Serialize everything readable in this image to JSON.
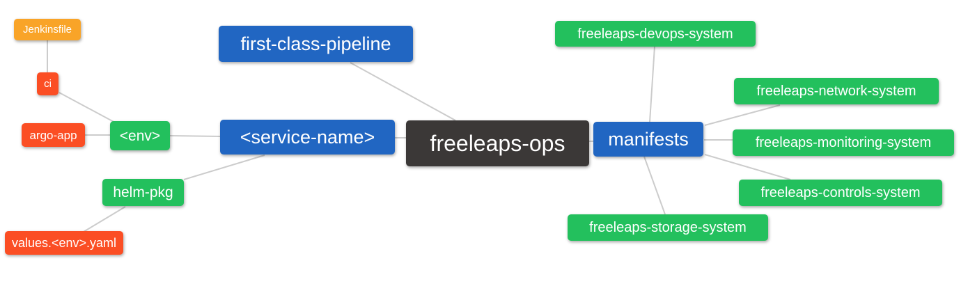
{
  "colors": {
    "blue": "#2166c2",
    "green": "#23c05d",
    "red": "#fb4e24",
    "amber": "#f9a428",
    "dark": "#3b3837",
    "link": "#cccccc",
    "background": "#ffffff",
    "text": "#ffffff"
  },
  "nodes": [
    {
      "id": "jenkinsfile",
      "label": "Jenkinsfile",
      "color": "amber"
    },
    {
      "id": "ci",
      "label": "ci",
      "color": "red"
    },
    {
      "id": "argo-app",
      "label": "argo-app",
      "color": "red"
    },
    {
      "id": "env",
      "label": "<env>",
      "color": "green"
    },
    {
      "id": "helm-pkg",
      "label": "helm-pkg",
      "color": "green"
    },
    {
      "id": "values-env-yaml",
      "label": "values.<env>.yaml",
      "color": "red"
    },
    {
      "id": "first-class-pipeline",
      "label": "first-class-pipeline",
      "color": "blue"
    },
    {
      "id": "service-name",
      "label": "<service-name>",
      "color": "blue"
    },
    {
      "id": "freeleaps-ops",
      "label": "freeleaps-ops",
      "color": "dark"
    },
    {
      "id": "manifests",
      "label": "manifests",
      "color": "blue"
    },
    {
      "id": "freeleaps-devops-system",
      "label": "freeleaps-devops-system",
      "color": "green"
    },
    {
      "id": "freeleaps-network-system",
      "label": "freeleaps-network-system",
      "color": "green"
    },
    {
      "id": "freeleaps-monitoring-system",
      "label": "freeleaps-monitoring-system",
      "color": "green"
    },
    {
      "id": "freeleaps-controls-system",
      "label": "freeleaps-controls-system",
      "color": "green"
    },
    {
      "id": "freeleaps-storage-system",
      "label": "freeleaps-storage-system",
      "color": "green"
    }
  ],
  "links": [
    {
      "from": "jenkinsfile",
      "to": "ci"
    },
    {
      "from": "ci",
      "to": "env"
    },
    {
      "from": "argo-app",
      "to": "env"
    },
    {
      "from": "env",
      "to": "service-name"
    },
    {
      "from": "helm-pkg",
      "to": "service-name"
    },
    {
      "from": "values-env-yaml",
      "to": "helm-pkg"
    },
    {
      "from": "first-class-pipeline",
      "to": "freeleaps-ops"
    },
    {
      "from": "service-name",
      "to": "freeleaps-ops"
    },
    {
      "from": "freeleaps-ops",
      "to": "manifests"
    },
    {
      "from": "manifests",
      "to": "freeleaps-devops-system"
    },
    {
      "from": "manifests",
      "to": "freeleaps-network-system"
    },
    {
      "from": "manifests",
      "to": "freeleaps-monitoring-system"
    },
    {
      "from": "manifests",
      "to": "freeleaps-controls-system"
    },
    {
      "from": "manifests",
      "to": "freeleaps-storage-system"
    }
  ]
}
